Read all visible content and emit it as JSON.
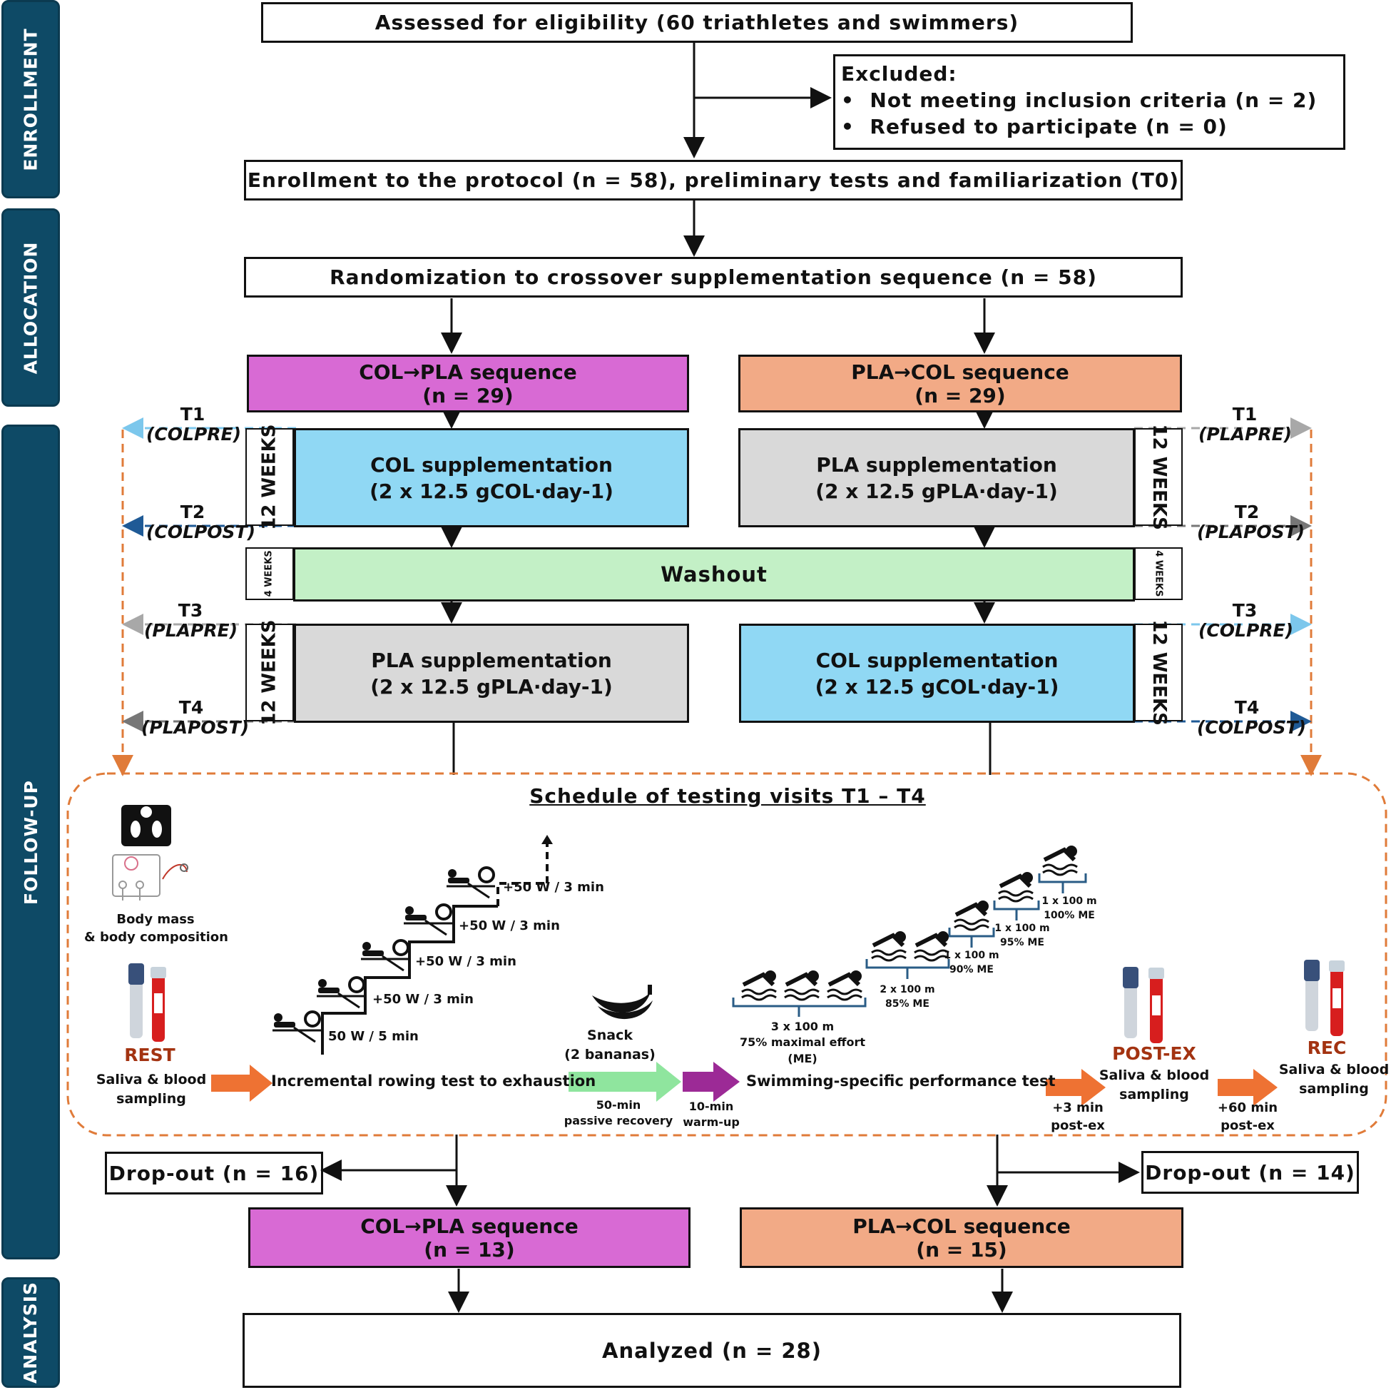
{
  "phases": {
    "enrollment": "ENROLLMENT",
    "allocation": "ALLOCATION",
    "follow_up": "FOLLOW-UP",
    "analysis": "ANALYSIS"
  },
  "eligibility": "Assessed for eligibility (60 triathletes and swimmers)",
  "excluded": {
    "title": "Excluded:",
    "item1": "Not meeting inclusion criteria (n = 2)",
    "item2": "Refused to participate (n = 0)"
  },
  "enrollment_box": "Enrollment to the protocol (n = 58), preliminary tests and familiarization (T0)",
  "randomization": "Randomization to crossover supplementation sequence (n = 58)",
  "seq_left": {
    "title": "COL→PLA sequence",
    "n": "(n = 29)"
  },
  "seq_right": {
    "title": "PLA→COL sequence",
    "n": "(n = 29)"
  },
  "period1_left": {
    "title": "COL supplementation",
    "dose": "(2 x 12.5 gCOL·day-1)"
  },
  "period1_right": {
    "title": "PLA supplementation",
    "dose": "(2 x 12.5 gPLA·day-1)"
  },
  "period2_left": {
    "title": "PLA supplementation",
    "dose": "(2 x 12.5 gPLA·day-1)"
  },
  "period2_right": {
    "title": "COL supplementation",
    "dose": "(2 x 12.5 gCOL·day-1)"
  },
  "washout": "Washout",
  "weeks12": "12 WEEKS",
  "weeks4": "4 WEEKS",
  "timepoints": {
    "t1_left": {
      "t": "T1",
      "label": "(COLPRE)"
    },
    "t2_left": {
      "t": "T2",
      "label": "(COLPOST)"
    },
    "t3_left": {
      "t": "T3",
      "label": "(PLAPRE)"
    },
    "t4_left": {
      "t": "T4",
      "label": "(PLAPOST)"
    },
    "t1_right": {
      "t": "T1",
      "label": "(PLAPRE)"
    },
    "t2_right": {
      "t": "T2",
      "label": "(PLAPOST)"
    },
    "t3_right": {
      "t": "T3",
      "label": "(COLPRE)"
    },
    "t4_right": {
      "t": "T4",
      "label": "(COLPOST)"
    }
  },
  "schedule": {
    "title": "Schedule of testing visits T1 – T4",
    "body_comp": [
      "Body mass",
      "& body composition"
    ],
    "rest": {
      "title": "REST",
      "line1": "Saliva & blood",
      "line2": "sampling"
    },
    "rowing_test": "Incremental rowing test to exhaustion",
    "steps": [
      "50 W / 5 min",
      "+50 W / 3 min",
      "+50 W / 3 min",
      "+50 W / 3 min",
      "+50 W / 3 min"
    ],
    "snack": [
      "Snack",
      "(2 bananas)"
    ],
    "recovery": [
      "50-min",
      "passive recovery"
    ],
    "warmup": [
      "10-min",
      "warm-up"
    ],
    "swim_test": "Swimming-specific performance test",
    "swim_steps": [
      {
        "reps": "3 x 100 m",
        "intensity": "75% maximal effort",
        "extra": "(ME)"
      },
      {
        "reps": "2 x 100 m",
        "intensity": "85% ME"
      },
      {
        "reps": "1 x 100 m",
        "intensity": "90% ME"
      },
      {
        "reps": "1 x 100 m",
        "intensity": "95% ME"
      },
      {
        "reps": "1 x 100 m",
        "intensity": "100% ME"
      }
    ],
    "post_ex": {
      "title": "POST-EX",
      "line1": "Saliva & blood",
      "line2": "sampling",
      "delay": [
        "+3 min",
        "post-ex"
      ]
    },
    "rec": {
      "title": "REC",
      "line1": "Saliva & blood",
      "line2": "sampling",
      "delay": [
        "+60 min",
        "post-ex"
      ]
    }
  },
  "dropout_left": "Drop-out (n = 16)",
  "dropout_right": "Drop-out (n = 14)",
  "final_left": {
    "title": "COL→PLA sequence",
    "n": "(n = 13)"
  },
  "final_right": {
    "title": "PLA→COL sequence",
    "n": "(n = 15)"
  },
  "analyzed": "Analyzed (n = 28)",
  "colors": {
    "phase": "#0e4a66",
    "col_seq": "#d86ad4",
    "pla_seq": "#f2aa86",
    "col_supp": "#90d8f4",
    "pla_supp": "#d9d9d9",
    "washout": "#c3f0c6",
    "dashed_orange": "#e07b39",
    "rest_red": "#a33311",
    "arrow_orange": "#ee7233",
    "arrow_green": "#8fe59e",
    "arrow_purple": "#9c2a96"
  }
}
